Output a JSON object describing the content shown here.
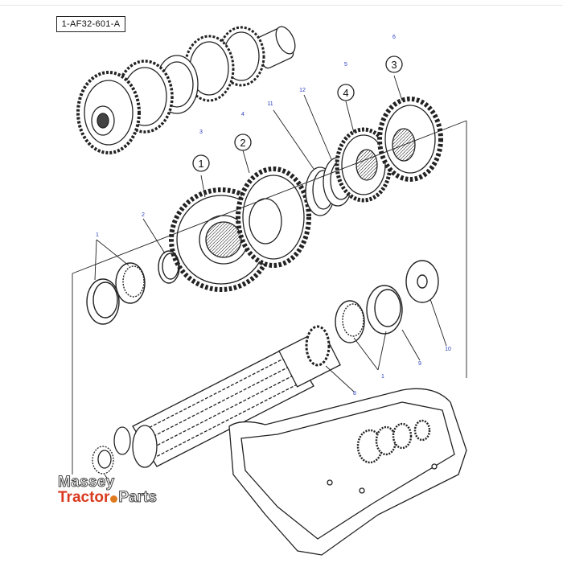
{
  "reference_code": "1-AF32-601-A",
  "callouts": {
    "n1_left": "1",
    "n2": "2",
    "n3": "3",
    "n4": "4",
    "n5": "5",
    "n6": "6",
    "n11": "11",
    "n12": "12",
    "n1_right": "1",
    "n9": "9",
    "n10": "10",
    "n8": "8"
  },
  "circled_numbers": {
    "c1": "1",
    "c2": "2",
    "c3": "3",
    "c4": "4"
  },
  "watermark": {
    "line1": "Massey",
    "line2a": "Tractor",
    "line2b": "Parts"
  },
  "colors": {
    "line": "#222222",
    "callout": "#2a3fbf",
    "brand_red": "#d93a1f",
    "brand_orange": "#e07a1f"
  }
}
